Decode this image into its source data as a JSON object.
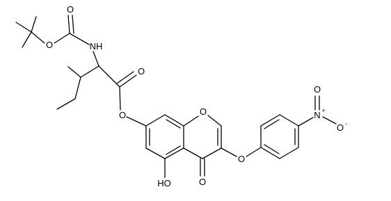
{
  "molecule": {
    "atom_labels": {
      "o_boc_carbonyl": "O",
      "o_boc_ester": "O",
      "nh": "NH",
      "o_ester_carbonyl": "O",
      "o_ester_link": "O",
      "o_ring": "O",
      "oh": "HO",
      "o_ketone": "O",
      "o_ether": "O",
      "n_nitro": "N",
      "n_plus": "+",
      "o_nitro_double": "O",
      "o_nitro_minus": "O",
      "o_minus": "-"
    }
  }
}
